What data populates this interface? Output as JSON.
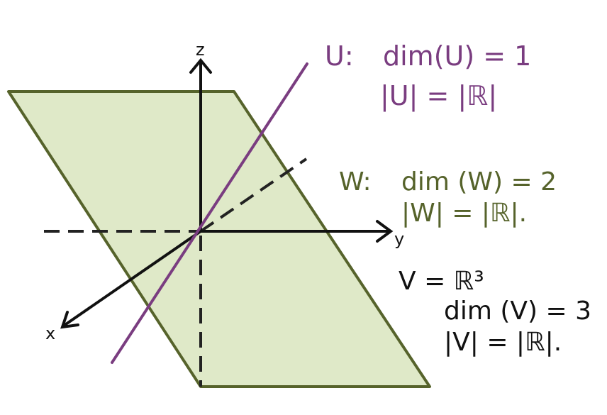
{
  "axes": {
    "z_label": "z",
    "y_label": "y",
    "x_label": "x"
  },
  "subspaces": {
    "u": {
      "name": "U:",
      "dim": "dim(U) = 1",
      "card": "|U| = |ℝ|",
      "color": "#7a3d80"
    },
    "w": {
      "name": "W:",
      "dim": "dim (W) = 2",
      "card": "|W| = |ℝ|.",
      "color": "#56632b",
      "fill": "#dfe9c8"
    },
    "v": {
      "def": "V = ℝ³",
      "dim": "dim (V) = 3",
      "card": "|V| = |ℝ|."
    }
  }
}
